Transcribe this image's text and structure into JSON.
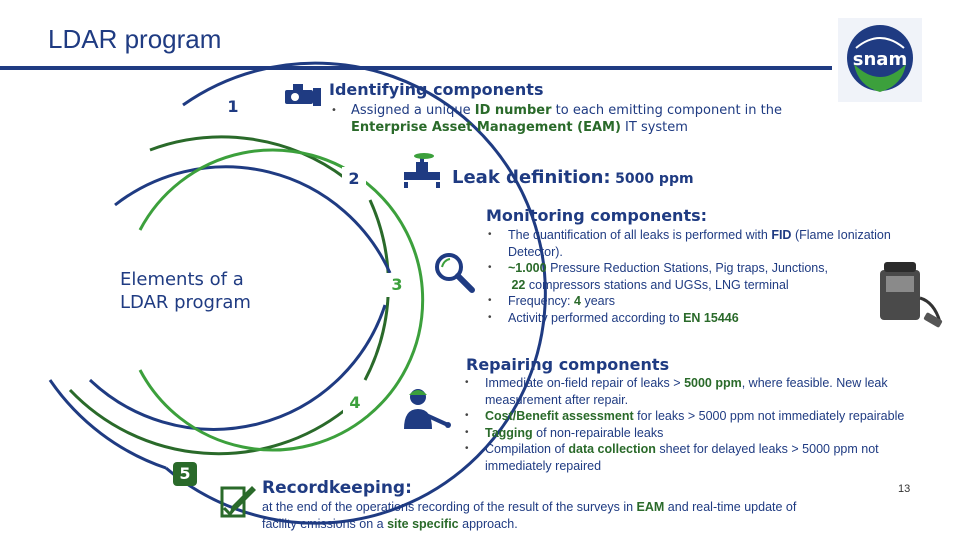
{
  "header": {
    "title": "LDAR program",
    "logo_text": "snam",
    "accent_color": "#1f3b82",
    "green_color": "#3ca03c"
  },
  "center": {
    "title_line1": "Elements of a",
    "title_line2": "LDAR program"
  },
  "steps": {
    "n1": "1",
    "n2": "2",
    "n3": "3",
    "n4": "4",
    "n5": "5"
  },
  "identifying": {
    "heading": "Identifying components",
    "icon": "camera-icon",
    "b1_pre": "Assigned a unique ",
    "b1_hl1": "ID number",
    "b1_mid": " to each emitting component in the",
    "b1_hl2": "Enterprise Asset Management (EAM)",
    "b1_post": " IT system"
  },
  "leak": {
    "heading": "Leak definition:",
    "value": "5000 ppm",
    "icon": "valve-icon"
  },
  "monitoring": {
    "heading": "Monitoring components:",
    "icon": "magnifier-icon",
    "b1_pre": "The quantification of all leaks is performed with ",
    "b1_hl": "FID",
    "b1_post": " (Flame Ionization",
    "b1_line2": "Detector).",
    "b2_hl": "~1.000",
    "b2_post": " Pressure Reduction Stations, Pig traps, Junctions,",
    "b2_hl2": "22",
    "b2_line2": " compressors stations and UGSs, LNG terminal",
    "b3_pre": "Frequency: ",
    "b3_hl": "4",
    "b3_post": " years",
    "b4_pre": "Activity performed according to ",
    "b4_hl": "EN 15446"
  },
  "repairing": {
    "heading": "Repairing components",
    "icon": "worker-wrench-icon",
    "b1_pre": "Immediate on-field repair of leaks > ",
    "b1_hl": "5000 ppm",
    "b1_post": ", where feasible. New leak",
    "b1_line2": "measurement after repair.",
    "b2_hl": "Cost/Benefit assessment",
    "b2_post": " for leaks > 5000 ppm not immediately repairable",
    "b3_hl": "Tagging",
    "b3_post": " of non-repairable leaks",
    "b4_pre": "Compilation of ",
    "b4_hl": "data collection",
    "b4_post": " sheet for delayed leaks > 5000 ppm not",
    "b4_line2": "immediately repaired"
  },
  "recordkeeping": {
    "heading": "Recordkeeping:",
    "icon": "document-edit-icon",
    "line1_pre": "at the end of the operations recording of the result of the surveys in ",
    "line1_hl": "EAM",
    "line1_post": " and real-time update of",
    "line2_pre": "facility emissions on a ",
    "line2_hl": "site specific",
    "line2_post": " approach."
  },
  "footer": {
    "page_number": "13"
  }
}
